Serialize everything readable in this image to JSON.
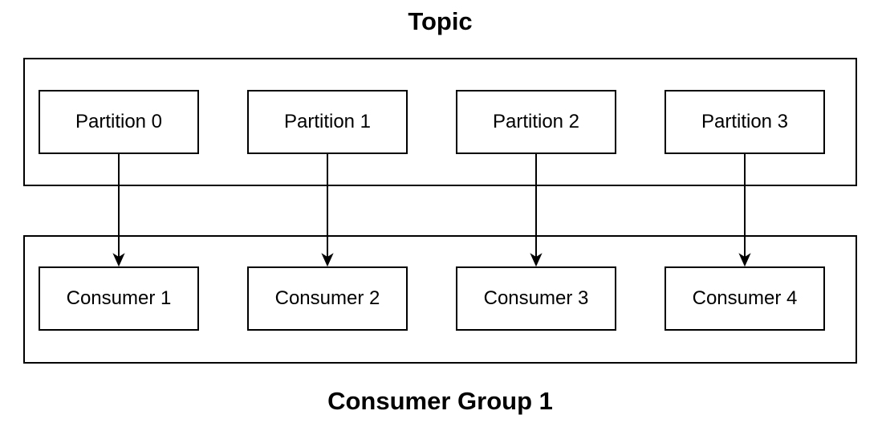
{
  "diagram": {
    "topic": {
      "title": "Topic",
      "partitions": [
        {
          "label": "Partition 0"
        },
        {
          "label": "Partition 1"
        },
        {
          "label": "Partition 2"
        },
        {
          "label": "Partition 3"
        }
      ]
    },
    "consumer_group": {
      "title": "Consumer Group 1",
      "consumers": [
        {
          "label": "Consumer 1"
        },
        {
          "label": "Consumer 2"
        },
        {
          "label": "Consumer 3"
        },
        {
          "label": "Consumer 4"
        }
      ]
    },
    "connections": [
      {
        "from": "Partition 0",
        "to": "Consumer 1"
      },
      {
        "from": "Partition 1",
        "to": "Consumer 2"
      },
      {
        "from": "Partition 2",
        "to": "Consumer 3"
      },
      {
        "from": "Partition 3",
        "to": "Consumer 4"
      }
    ],
    "colors": {
      "stroke": "#000000",
      "fill": "#ffffff",
      "text": "#000000",
      "background": "#ffffff"
    }
  }
}
